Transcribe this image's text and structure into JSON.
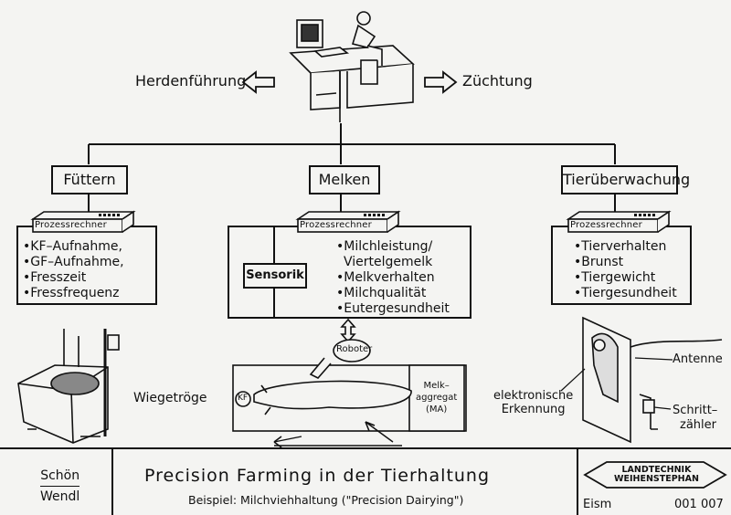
{
  "top": {
    "left_label": "Herdenführung",
    "right_label": "Züchtung"
  },
  "branches": {
    "fuettern": {
      "title": "Füttern",
      "computer": "Prozessrechner",
      "items": [
        "•KF–Aufnahme,",
        "•GF–Aufnahme,",
        "•Fresszeit",
        "•Fressfrequenz"
      ],
      "illustration_label": "Wiegetröge"
    },
    "melken": {
      "title": "Melken",
      "computer": "Prozessrechner",
      "sensor": "Sensorik",
      "items": [
        "•Milchleistung/",
        "Viertelgemelk",
        "•Melkverhalten",
        "•Milchqualität",
        "•Eutergesundheit"
      ],
      "robot": "Roboter",
      "kf": "KF",
      "melkaggregat": [
        "Melk–",
        "aggregat",
        "(MA)"
      ]
    },
    "tier": {
      "title": "Tierüberwachung",
      "computer": "Prozessrechner",
      "items": [
        "•Tierverhalten",
        "•Brunst",
        "•Tiergewicht",
        "•Tiergesundheit"
      ],
      "antenna": "Antenne",
      "recognition": [
        "elektronische",
        "Erkennung"
      ],
      "pedometer": [
        "Schritt–",
        "zähler"
      ]
    }
  },
  "footer": {
    "authors": [
      "Schön",
      "Wendl"
    ],
    "title": "Precision Farming in der Tierhaltung",
    "subtitle": "Beispiel: Milchviehhaltung (\"Precision Dairying\")",
    "logo": [
      "LANDTECHNIK",
      "WEIHENSTEPHAN"
    ],
    "code_left": "Eism",
    "code_right": "001 007"
  }
}
